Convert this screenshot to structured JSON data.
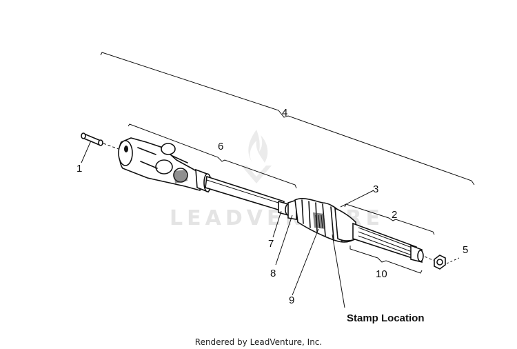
{
  "callouts": {
    "c1": "1",
    "c2": "2",
    "c3": "3",
    "c4": "4",
    "c5": "5",
    "c6": "6",
    "c7": "7",
    "c8": "8",
    "c9": "9",
    "c10": "10"
  },
  "stamp_label": "Stamp Location",
  "footer": "Rendered by LeadVenture, Inc.",
  "watermark": {
    "text": "LEADVENTURE",
    "icon": "flame-logo-icon"
  },
  "colors": {
    "ink": "#111111",
    "background": "#ffffff",
    "watermark": "#e4e4e4"
  }
}
